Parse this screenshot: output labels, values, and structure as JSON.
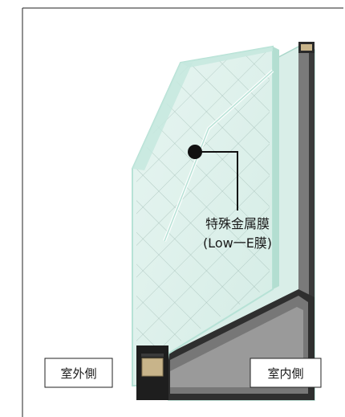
{
  "labels": {
    "film_name": "特殊金属膜",
    "film_sub": "(Low一E膜)",
    "outside": "室外側",
    "inside": "室内側"
  },
  "colors": {
    "glass_face": "#dff1ec",
    "glass_edge": "#b7e2d6",
    "frame_dark": "#2a2a2a",
    "spacer_gray": "#6b6b6b",
    "desiccant": "#c8b48a"
  }
}
